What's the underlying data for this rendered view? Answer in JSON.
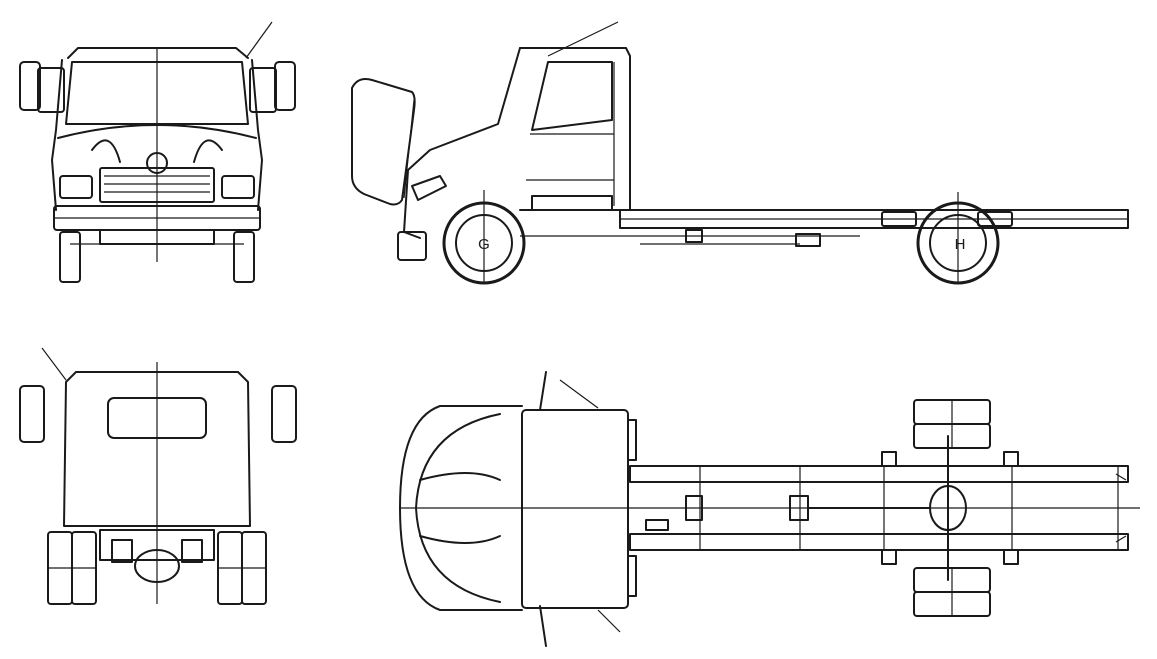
{
  "drawing": {
    "views": [
      {
        "name": "front-view"
      },
      {
        "name": "side-view"
      },
      {
        "name": "rear-view"
      },
      {
        "name": "top-view"
      }
    ],
    "labels": {
      "front_axle": "G",
      "rear_axle": "H"
    }
  }
}
